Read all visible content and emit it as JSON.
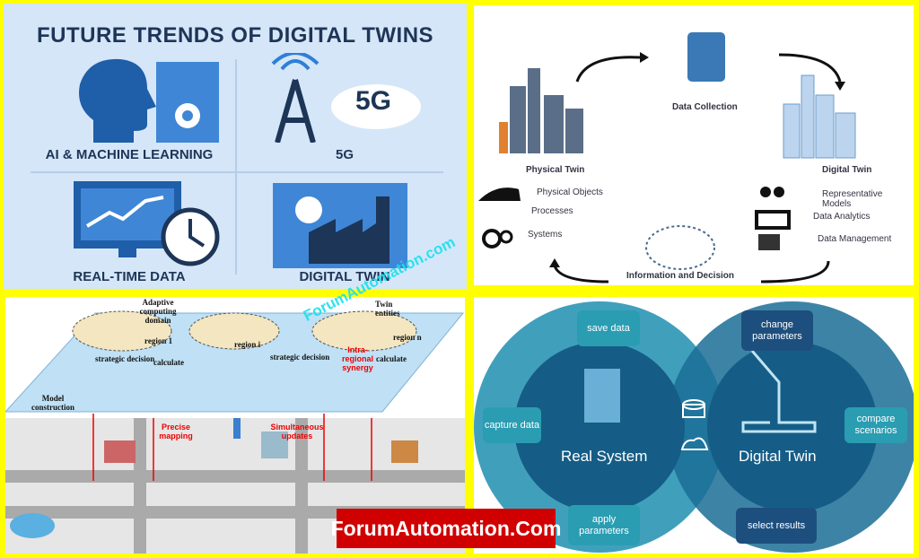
{
  "top_left": {
    "title": "FUTURE TRENDS OF DIGITAL TWINS",
    "items": [
      {
        "label": "AI & MACHINE LEARNING",
        "icon": "brain-head-icon"
      },
      {
        "label": "5G",
        "icon": "cell-tower-icon",
        "badge": "5G"
      },
      {
        "label": "REAL-TIME DATA",
        "icon": "monitor-chart-clock-icon"
      },
      {
        "label": "DIGITAL TWIN",
        "icon": "factory-gear-icon"
      }
    ]
  },
  "top_right": {
    "data_collection": "Data Collection",
    "physical_twin": "Physical Twin",
    "digital_twin": "Digital Twin",
    "physical_items": [
      "Physical Objects",
      "Processes",
      "Systems"
    ],
    "digital_items": [
      "Representative Models",
      "Data Analytics",
      "Data Management"
    ],
    "bottom_label": "Information and Decision"
  },
  "bottom_left": {
    "adaptive": "Adaptive computing domain",
    "twin_entities": "Twin entities",
    "region1": "region 1",
    "regioni": "region i",
    "regionn": "region n",
    "strategic1": "strategic decision",
    "calculate1": "calculate",
    "strategic2": "strategic decision",
    "calculate2": "calculate",
    "synergy": "Intra-regional synergy",
    "model": "Model construction",
    "precise": "Precise mapping",
    "simultaneous": "Simultaneous updates"
  },
  "bottom_right": {
    "real_system": "Real System",
    "digital_twin": "Digital Twin",
    "save": "save data",
    "change": "change parameters",
    "capture": "capture data",
    "compare": "compare scenarios",
    "apply": "apply parameters",
    "select": "select results"
  },
  "watermark": "ForumAutomation.com",
  "logo": "ForumAutomation.Com",
  "colors": {
    "border": "#ffff00",
    "tl_bg": "#d5e6f8",
    "navy": "#1d3557",
    "teal": "#2a9db2",
    "red": "#d10000"
  }
}
